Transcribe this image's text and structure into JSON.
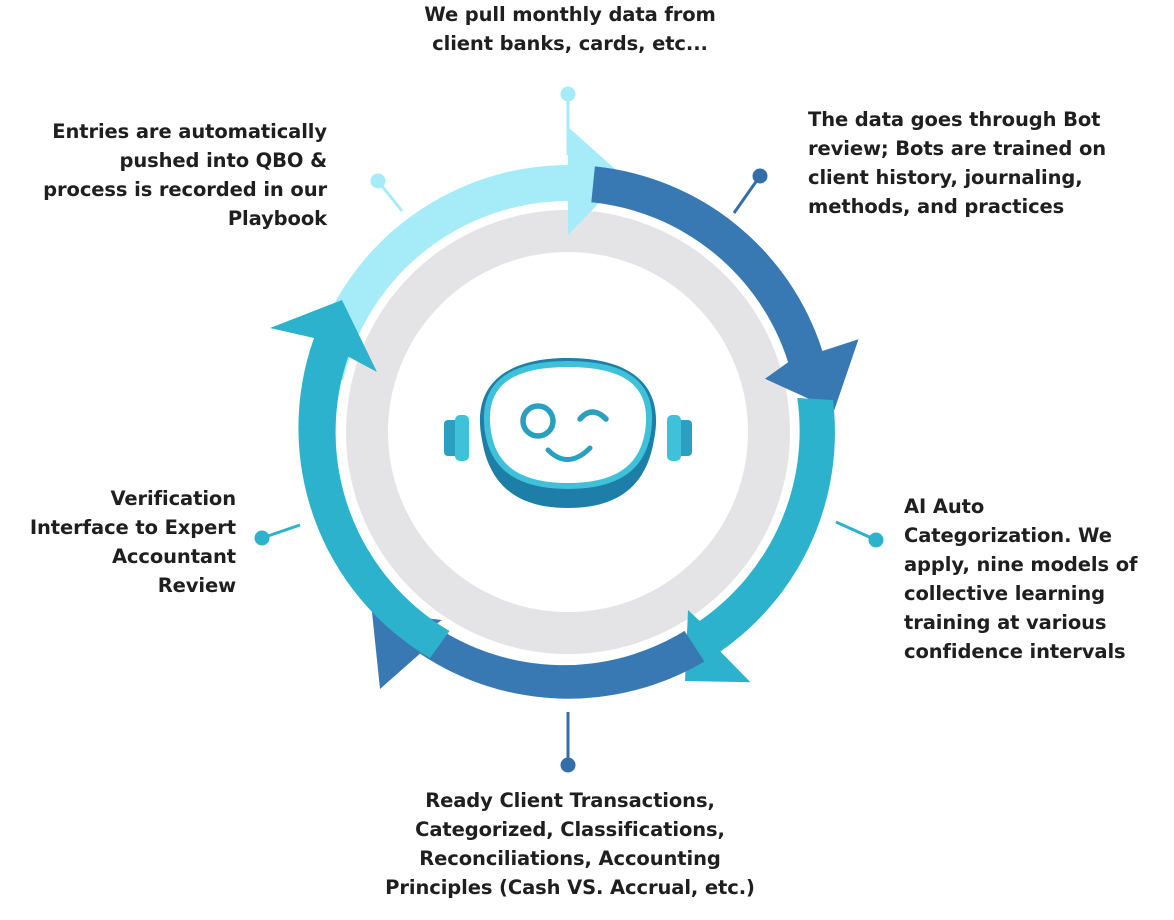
{
  "steps": {
    "top": "We pull monthly data from\nclient banks, cards, etc...",
    "top_right": "The data goes  through Bot\nreview; Bots are trained on\nclient history, journaling,\nmethods, and practices",
    "right": "AI Auto\nCategorization. We\napply, nine models of\ncollective learning\ntraining at various\nconfidence intervals",
    "bottom": "Ready Client Transactions,\nCategorized, Classifications,\nReconciliations, Accounting\nPrinciples (Cash VS. Accrual, etc.)",
    "left": "Verification\nInterface to Expert\nAccountant\nReview",
    "top_left": "Entries are automatically\npushed into QBO &\nprocess is recorded in our\nPlaybook"
  },
  "colors": {
    "light_cyan": "#a6ecf8",
    "dark_blue": "#3979b3",
    "teal": "#2cb2cd",
    "inner_ring": "#e4e4e6",
    "pin_dark": "#336ea8",
    "pin_teal": "#2cb2cd",
    "pin_light": "#a6ecf8"
  },
  "center_icon": "robot-mascot-icon"
}
